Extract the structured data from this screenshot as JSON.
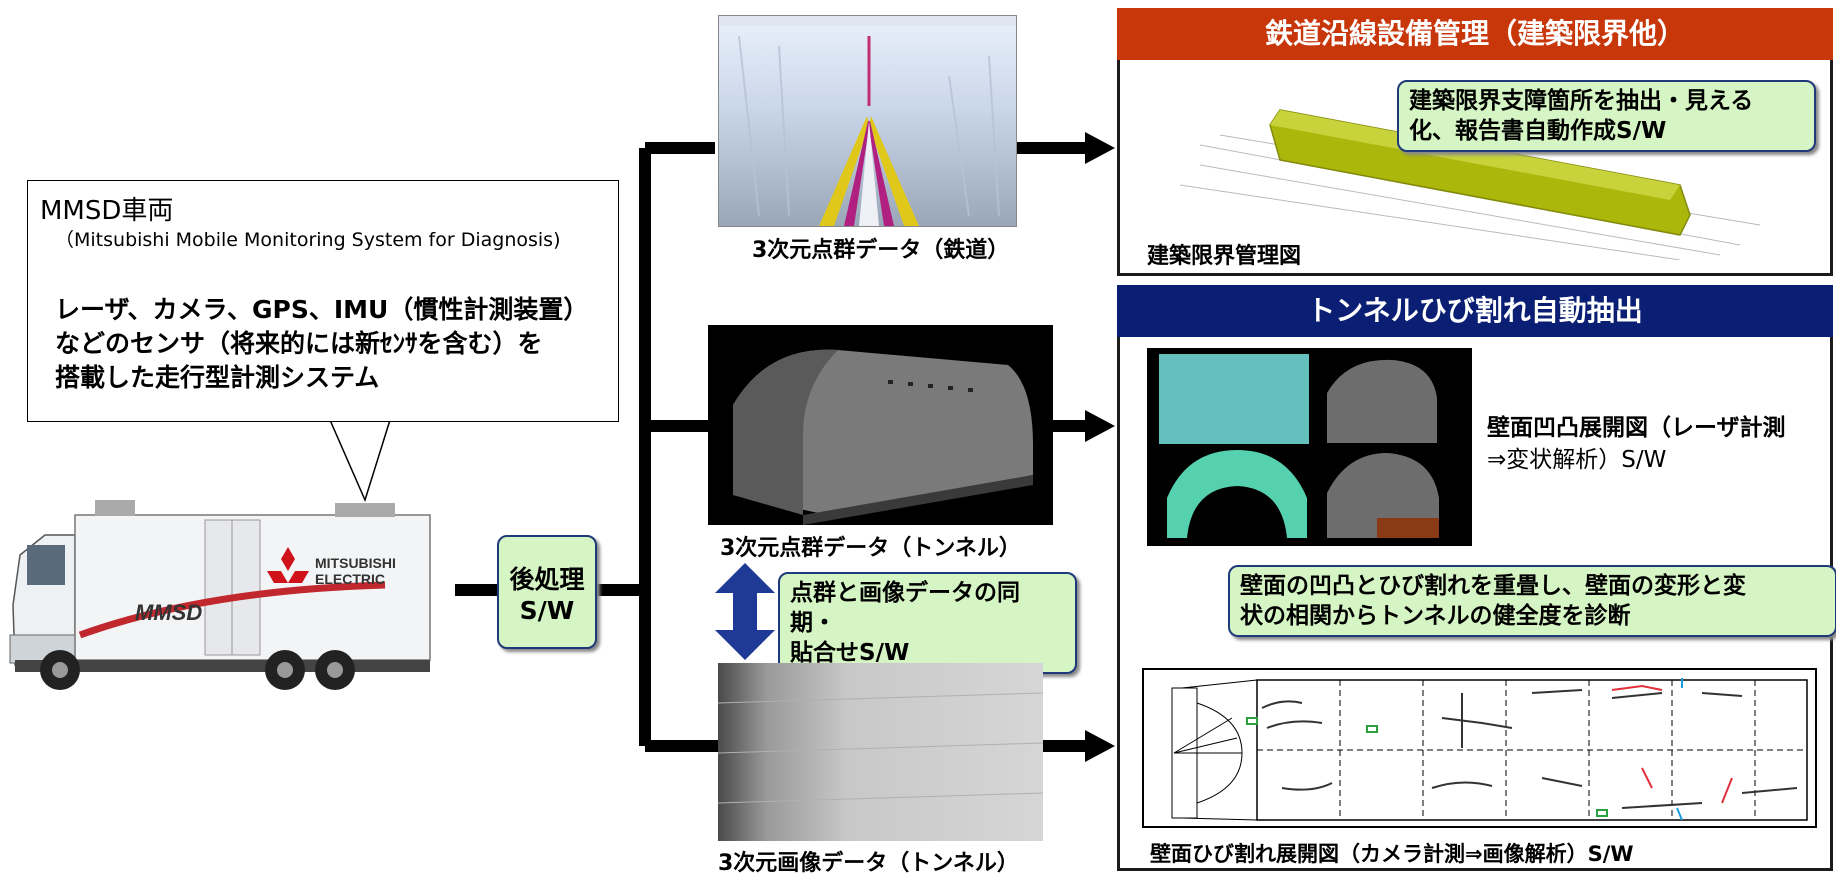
{
  "speech": {
    "title": "MMSD車両",
    "subtitle": "（Mitsubishi Mobile Monitoring System for Diagnosis)",
    "body_lines": [
      "レーザ、カメラ、GPS、IMU（慣性計測装置）",
      "などのセンサ（将来的には新ｾﾝｻを含む）を",
      "搭載した走行型計測システム"
    ]
  },
  "truck": {
    "brand_line1": "MITSUBISHI",
    "brand_line2": "ELECTRIC",
    "logo_text": "MMSD"
  },
  "postproc": {
    "line1": "後処理",
    "line2": "S/W"
  },
  "captions": {
    "railway": "3次元点群データ（鉄道）",
    "tunnel_cloud": "3次元点群データ（トンネル）",
    "tunnel_image": "3次元画像データ（トンネル）"
  },
  "sync_callout": {
    "line1": "点群と画像データの同期・",
    "line2": "貼合せS/W"
  },
  "panel_top": {
    "header": "鉄道沿線設備管理（建築限界他）",
    "callout_line1": "建築限界支障箇所を抽出・見える",
    "callout_line2": "化、報告書自動作成S/W",
    "caption": "建築限界管理図"
  },
  "panel_bottom": {
    "header": "トンネルひび割れ自動抽出",
    "desc_line1": "壁面凹凸展開図（レーザ計測",
    "desc_line2": "⇒変状解析）S/W",
    "callout_line1": "壁面の凹凸とひび割れを重畳し、壁面の変形と変",
    "callout_line2": "状の相関からトンネルの健全度を診断",
    "caption": "壁面ひび割れ展開図（カメラ計測⇒画像解析）S/W"
  },
  "colors": {
    "header_red": "#c8370a",
    "header_blue": "#0a1f73",
    "callout_fill": "#d6f5c4",
    "arrow_blue": "#1f3a96"
  }
}
